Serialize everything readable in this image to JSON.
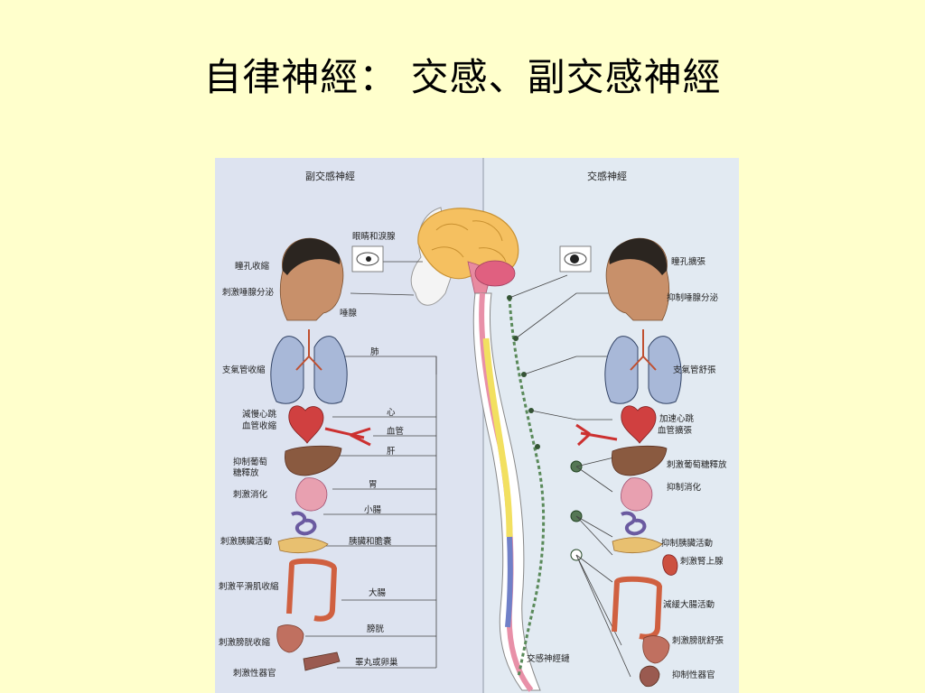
{
  "slide": {
    "title": "自律神經： 交感、副交感神經"
  },
  "diagram": {
    "parasympathetic_header": "副交感神經",
    "sympathetic_header": "交感神經",
    "organs": {
      "eye_gland": "眼睛和淚腺",
      "salivary": "唾腺",
      "lung": "肺",
      "heart": "心",
      "vessel": "血管",
      "liver": "肝",
      "stomach": "胃",
      "intestine": "小腸",
      "pancreas_gallbladder": "胰臟和膽囊",
      "large_intestine": "大腸",
      "bladder": "膀胱",
      "gonads": "睪丸或卵巢",
      "sympathetic_chain": "交感神經鏈"
    },
    "parasympathetic_effects": [
      "瞳孔收縮",
      "刺激唾腺分泌",
      "支氣管收縮",
      "減慢心跳",
      "血管收縮",
      "抑制葡萄",
      "糖釋放",
      "刺激消化",
      "刺激胰臟活動",
      "刺激平滑肌收縮",
      "刺激膀胱收縮",
      "刺激性器官"
    ],
    "sympathetic_effects": [
      "瞳孔擴張",
      "抑制唾腺分泌",
      "支氣管舒張",
      "加速心跳",
      "血管擴張",
      "刺激葡萄糖釋放",
      "抑制消化",
      "抑制胰臟活動",
      "刺激腎上腺",
      "減緩大腸活動",
      "刺激膀胱舒張",
      "抑制性器官"
    ]
  }
}
